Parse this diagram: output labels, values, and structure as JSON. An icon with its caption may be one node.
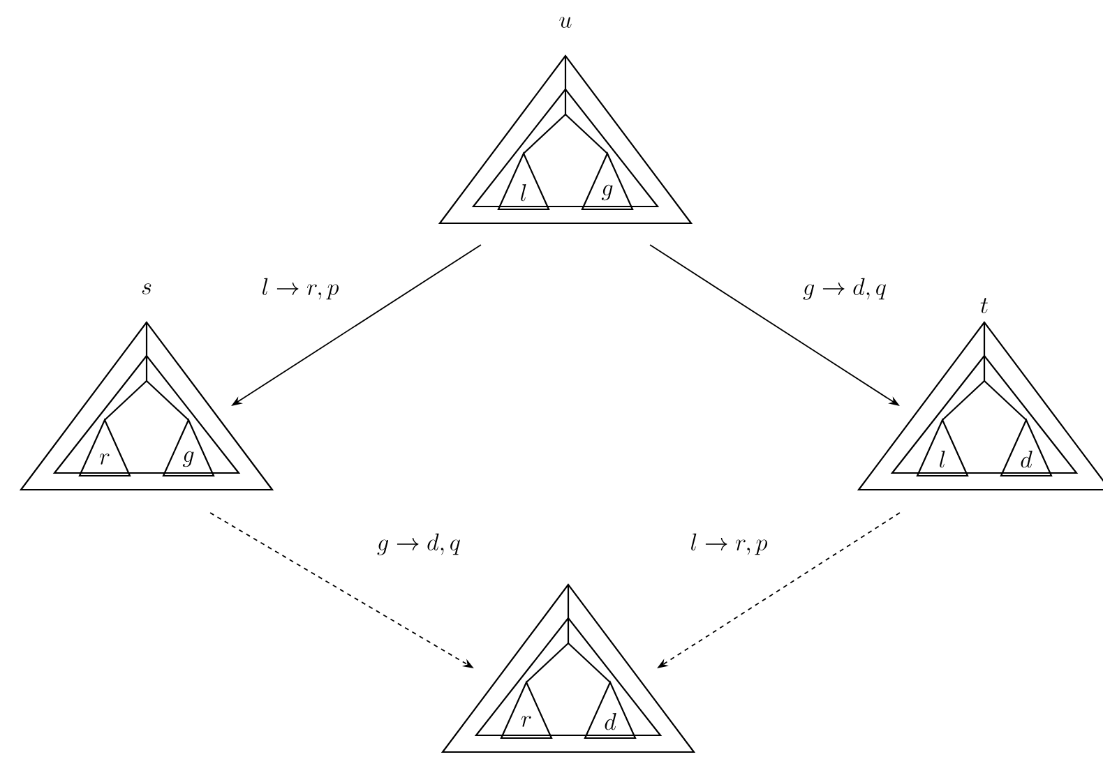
{
  "diagram": {
    "nodes": [
      {
        "text": [
          "u"
        ]
      },
      {
        "text": [
          "l"
        ],
        "in": 0
      },
      {
        "text": [
          "g"
        ],
        "in": 0
      },
      {
        "text": [
          "s"
        ]
      },
      {
        "text": [
          "r"
        ],
        "in": 3
      },
      {
        "text": [
          "g"
        ],
        "in": 3
      },
      {
        "text": [
          "t"
        ]
      },
      {
        "text": [
          "l"
        ],
        "in": 6
      },
      {
        "text": [
          "d"
        ],
        "in": 6
      },
      {
        "text": [],
        "shape": "triangle"
      },
      {
        "text": [
          "r"
        ],
        "in": 9
      },
      {
        "text": [
          "d"
        ],
        "in": 9
      }
    ],
    "edges": [
      {
        "from": 0,
        "to": 3,
        "arrow": "to",
        "label": "l \\to r, p"
      },
      {
        "from": 0,
        "to": 6,
        "arrow": "to",
        "label": "g \\to d, q"
      },
      {
        "from": 3,
        "to": 9,
        "arrow": "to",
        "label": "g \\to d, q",
        "style": "dashed"
      },
      {
        "from": 6,
        "to": 9,
        "arrow": "to",
        "label": "l \\to r, p",
        "style": "dashed"
      }
    ]
  }
}
